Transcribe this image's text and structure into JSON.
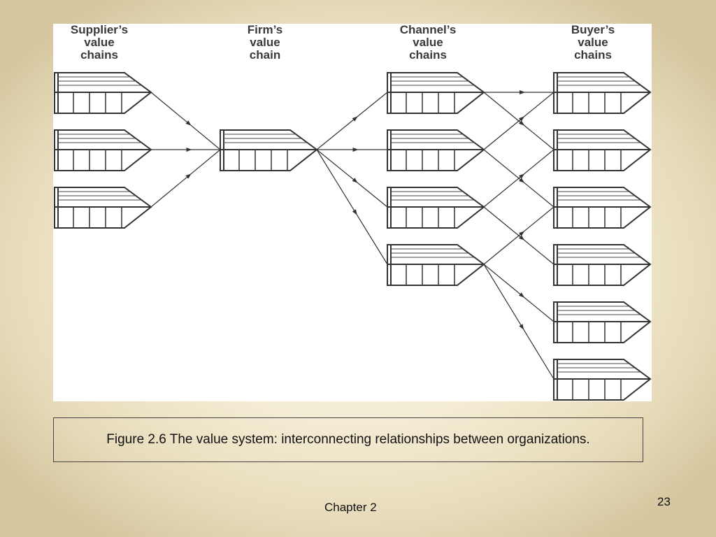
{
  "diagram": {
    "columns": [
      {
        "id": "supplier",
        "heading": [
          "Supplier’s",
          "value",
          "chains"
        ],
        "count": 3
      },
      {
        "id": "firm",
        "heading": [
          "Firm’s",
          "value",
          "chain"
        ],
        "count": 1
      },
      {
        "id": "channel",
        "heading": [
          "Channel’s",
          "value",
          "chains"
        ],
        "count": 4
      },
      {
        "id": "buyer",
        "heading": [
          "Buyer’s",
          "value",
          "chains"
        ],
        "count": 6
      }
    ],
    "connections": [
      {
        "from": "supplier.0",
        "to": "firm.0"
      },
      {
        "from": "supplier.1",
        "to": "firm.0"
      },
      {
        "from": "supplier.2",
        "to": "firm.0"
      },
      {
        "from": "firm.0",
        "to": "channel.0"
      },
      {
        "from": "firm.0",
        "to": "channel.1"
      },
      {
        "from": "firm.0",
        "to": "channel.2"
      },
      {
        "from": "firm.0",
        "to": "channel.3"
      },
      {
        "from": "channel.0",
        "to": "buyer.0"
      },
      {
        "from": "channel.0",
        "to": "buyer.1"
      },
      {
        "from": "channel.1",
        "to": "buyer.0"
      },
      {
        "from": "channel.1",
        "to": "buyer.2"
      },
      {
        "from": "channel.2",
        "to": "buyer.1"
      },
      {
        "from": "channel.2",
        "to": "buyer.3"
      },
      {
        "from": "channel.3",
        "to": "buyer.2"
      },
      {
        "from": "channel.3",
        "to": "buyer.4"
      },
      {
        "from": "channel.3",
        "to": "buyer.5"
      }
    ]
  },
  "caption": "Figure 2.6  The value system: interconnecting relationships between organizations.",
  "footer": {
    "label": "Chapter 2",
    "page_number": "23"
  }
}
